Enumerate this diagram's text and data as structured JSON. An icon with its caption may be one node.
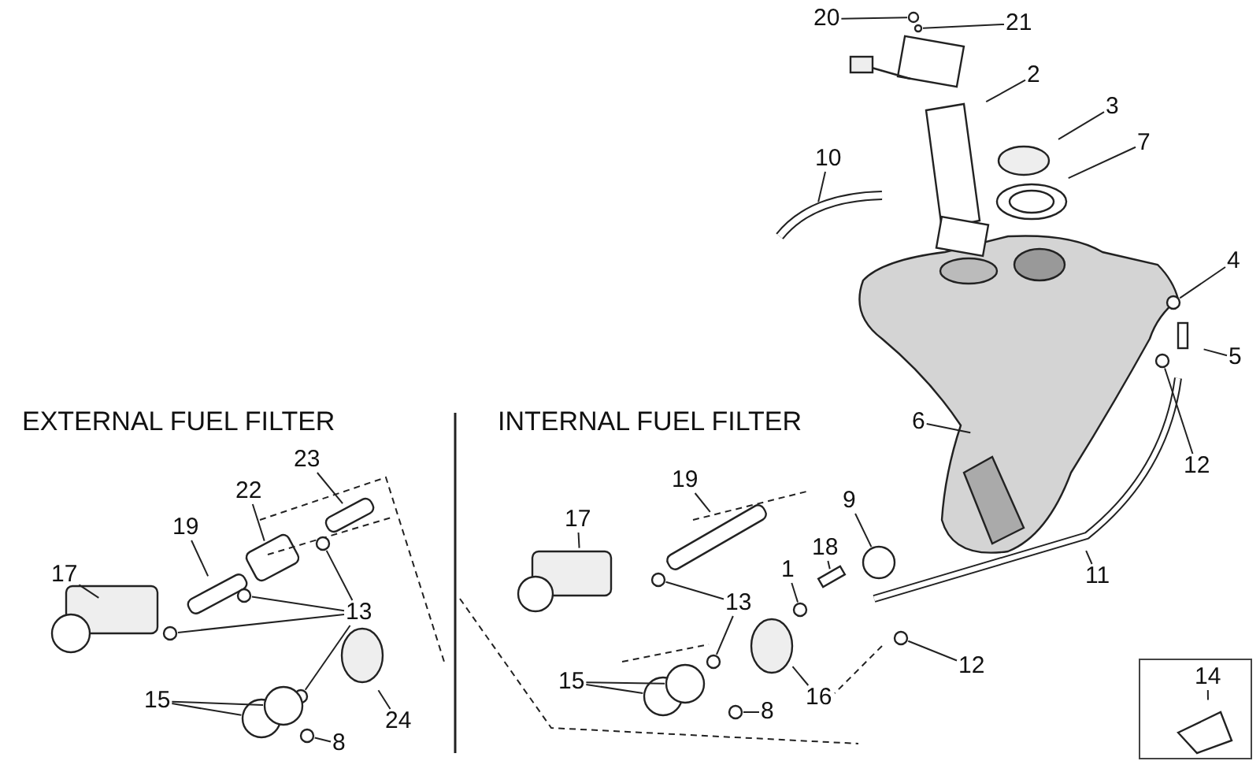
{
  "diagram": {
    "nodes": [
      {
        "text": [
          "20"
        ]
      },
      {
        "text": [
          "21"
        ]
      },
      {
        "text": [
          "2"
        ]
      },
      {
        "text": [
          "3"
        ]
      },
      {
        "text": [
          "10"
        ]
      },
      {
        "text": [
          "7"
        ]
      },
      {
        "text": [
          "4"
        ]
      },
      {
        "text": [
          "5"
        ]
      },
      {
        "text": [
          "6"
        ]
      },
      {
        "text": [
          "12"
        ]
      },
      {
        "text": [
          "23"
        ]
      },
      {
        "text": [
          "22"
        ]
      },
      {
        "text": [
          "19"
        ]
      },
      {
        "text": [
          "9"
        ]
      },
      {
        "text": [
          "17"
        ]
      },
      {
        "text": [
          "19"
        ]
      },
      {
        "text": [
          "18"
        ]
      },
      {
        "text": [
          "17"
        ]
      },
      {
        "text": [
          "1"
        ]
      },
      {
        "text": [
          "11"
        ]
      },
      {
        "text": [
          "13"
        ]
      },
      {
        "text": [
          "13"
        ]
      },
      {
        "text": [
          "12"
        ]
      },
      {
        "text": [],
        "shape": "box"
      },
      {
        "text": [
          "14"
        ],
        "in": 23
      },
      {
        "text": [
          "15"
        ]
      },
      {
        "text": [
          "16"
        ]
      },
      {
        "text": [
          "15"
        ]
      },
      {
        "text": [
          "8"
        ]
      },
      {
        "text": [
          "24"
        ]
      },
      {
        "text": [
          "8"
        ]
      },
      {
        "text": [],
        "shape": "circle"
      },
      {
        "text": [],
        "shape": "circle"
      },
      {
        "text": [],
        "shape": "circle"
      },
      {
        "text": [],
        "shape": "circle"
      },
      {
        "text": [],
        "shape": "circle"
      },
      {
        "text": [],
        "shape": "circle"
      },
      {
        "text": [],
        "shape": "circle"
      },
      {
        "text": [],
        "shape": "circle"
      },
      {
        "text": [],
        "shape": "circle"
      },
      {
        "text": [],
        "shape": "circle"
      },
      {
        "text": [],
        "shape": "circle"
      },
      {
        "text": [],
        "shape": "circle"
      },
      {
        "text": [],
        "shape": "circle"
      },
      {
        "text": [],
        "shape": "bar"
      },
      {
        "text": [],
        "shape": "circle"
      },
      {
        "text": [],
        "shape": "circle"
      },
      {
        "text": [],
        "shape": "circle"
      },
      {
        "text": [],
        "shape": "circle"
      },
      {
        "text": [],
        "shape": "circle"
      },
      {
        "text": [],
        "shape": "circle"
      }
    ],
    "edges": [
      {
        "from": 0,
        "to": 46,
        "arrow": "none"
      },
      {
        "from": 1,
        "to": 47,
        "arrow": "none"
      },
      {
        "from": 2,
        "to": null,
        "arrow": "none"
      },
      {
        "from": 3,
        "to": null,
        "arrow": "none"
      },
      {
        "from": 4,
        "to": null,
        "arrow": "none"
      },
      {
        "from": 5,
        "to": null,
        "arrow": "none"
      },
      {
        "from": 6,
        "to": 48,
        "arrow": "none"
      },
      {
        "from": 7,
        "to": null,
        "arrow": "none"
      },
      {
        "from": 8,
        "to": null,
        "arrow": "none"
      },
      {
        "from": 9,
        "to": 49,
        "arrow": "none"
      },
      {
        "from": 10,
        "to": null,
        "arrow": "none"
      },
      {
        "from": 11,
        "to": null,
        "arrow": "none"
      },
      {
        "from": 12,
        "to": null,
        "arrow": "none"
      },
      {
        "from": 13,
        "to": 45,
        "arrow": "none"
      },
      {
        "from": 14,
        "to": null,
        "arrow": "none"
      },
      {
        "from": 15,
        "to": null,
        "arrow": "none"
      },
      {
        "from": 16,
        "to": 44,
        "arrow": "none"
      },
      {
        "from": 17,
        "to": null,
        "arrow": "none"
      },
      {
        "from": 18,
        "to": 43,
        "arrow": "none"
      },
      {
        "from": 19,
        "to": null,
        "arrow": "none"
      },
      {
        "from": 20,
        "to": 38,
        "arrow": "none"
      },
      {
        "from": 20,
        "to": 39,
        "arrow": "none"
      },
      {
        "from": 21,
        "to": 31,
        "arrow": "none"
      },
      {
        "from": 21,
        "to": 32,
        "arrow": "none"
      },
      {
        "from": 21,
        "to": 33,
        "arrow": "none"
      },
      {
        "from": 21,
        "to": 34,
        "arrow": "none"
      },
      {
        "from": 22,
        "to": 50,
        "arrow": "none"
      },
      {
        "from": 24,
        "to": null,
        "arrow": "none"
      },
      {
        "from": 25,
        "to": 40,
        "arrow": "none"
      },
      {
        "from": 25,
        "to": 41,
        "arrow": "none"
      },
      {
        "from": 26,
        "to": null,
        "arrow": "none"
      },
      {
        "from": 27,
        "to": 35,
        "arrow": "none"
      },
      {
        "from": 27,
        "to": 36,
        "arrow": "none"
      },
      {
        "from": 28,
        "to": 42,
        "arrow": "none"
      },
      {
        "from": 29,
        "to": null,
        "arrow": "none"
      },
      {
        "from": 30,
        "to": 37,
        "arrow": "none"
      }
    ],
    "labels": [
      "EXTERNAL FUEL FILTER",
      "INTERNAL FUEL FILTER"
    ]
  }
}
